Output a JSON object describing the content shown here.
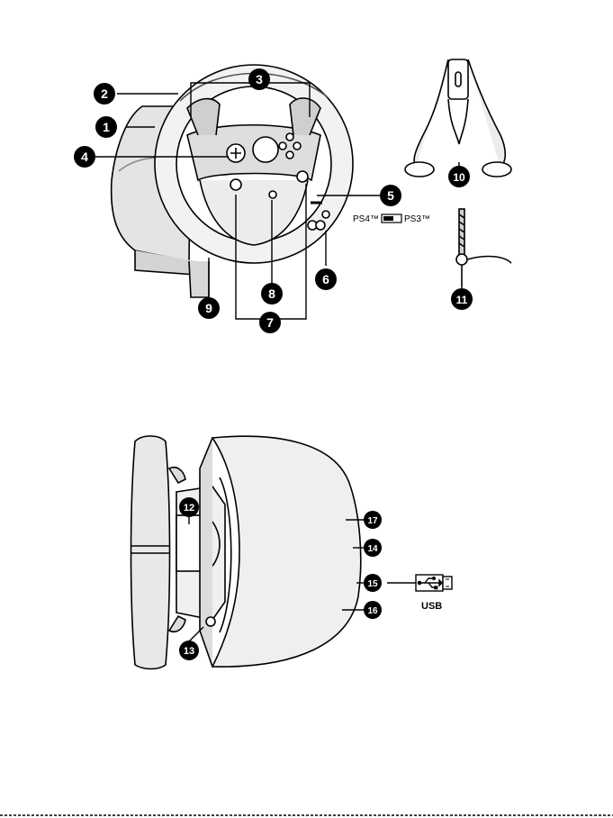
{
  "top_diagram": {
    "callouts": [
      "1",
      "2",
      "3",
      "4",
      "5",
      "6",
      "7",
      "8",
      "9",
      "10",
      "11"
    ],
    "mode_switch": {
      "left_label": "PS4™",
      "right_label": "PS3™"
    }
  },
  "side_diagram": {
    "callouts": [
      "12",
      "13",
      "14",
      "15",
      "16",
      "17"
    ],
    "usb_label": "USB",
    "usb_symbol": "usb-trident-icon"
  }
}
